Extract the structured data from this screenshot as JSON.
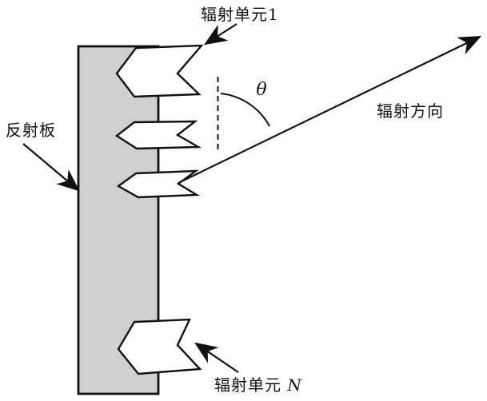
{
  "diagram": {
    "colors": {
      "background": "#ffffff",
      "plate_fill": "#d0d0d0",
      "element_fill": "#ffffff",
      "outline": "#111111"
    },
    "labels": {
      "element1": "辐射单元1",
      "reflector": "反射板",
      "direction": "辐射方向",
      "elementN_prefix": "辐射单元",
      "elementN_suffix": "N",
      "angle": "θ"
    }
  }
}
